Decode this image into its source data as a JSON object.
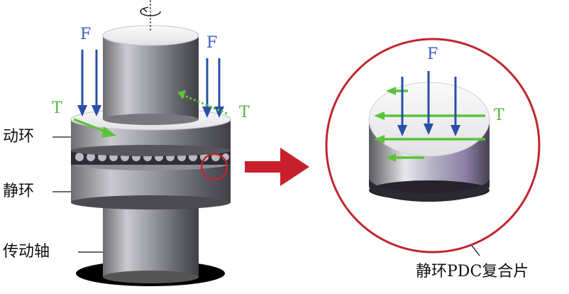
{
  "labels": {
    "moving_ring": "动环",
    "static_ring": "静环",
    "drive_shaft": "传动轴",
    "pdc_compact": "静环PDC复合片"
  },
  "forces": {
    "force_left": "F",
    "force_right": "F",
    "torque_left": "T",
    "torque_right": "T",
    "zoom_force": "F",
    "zoom_torque": "T"
  },
  "colors": {
    "force_arrow": "#2a4fa8",
    "torque_arrow": "#5cc43a",
    "highlight_circle": "#c0262f",
    "pointer_arrow": "#c8202a",
    "label_text": "#111111",
    "force_label": "#3d5cc0",
    "torque_label": "#4fb83a"
  }
}
